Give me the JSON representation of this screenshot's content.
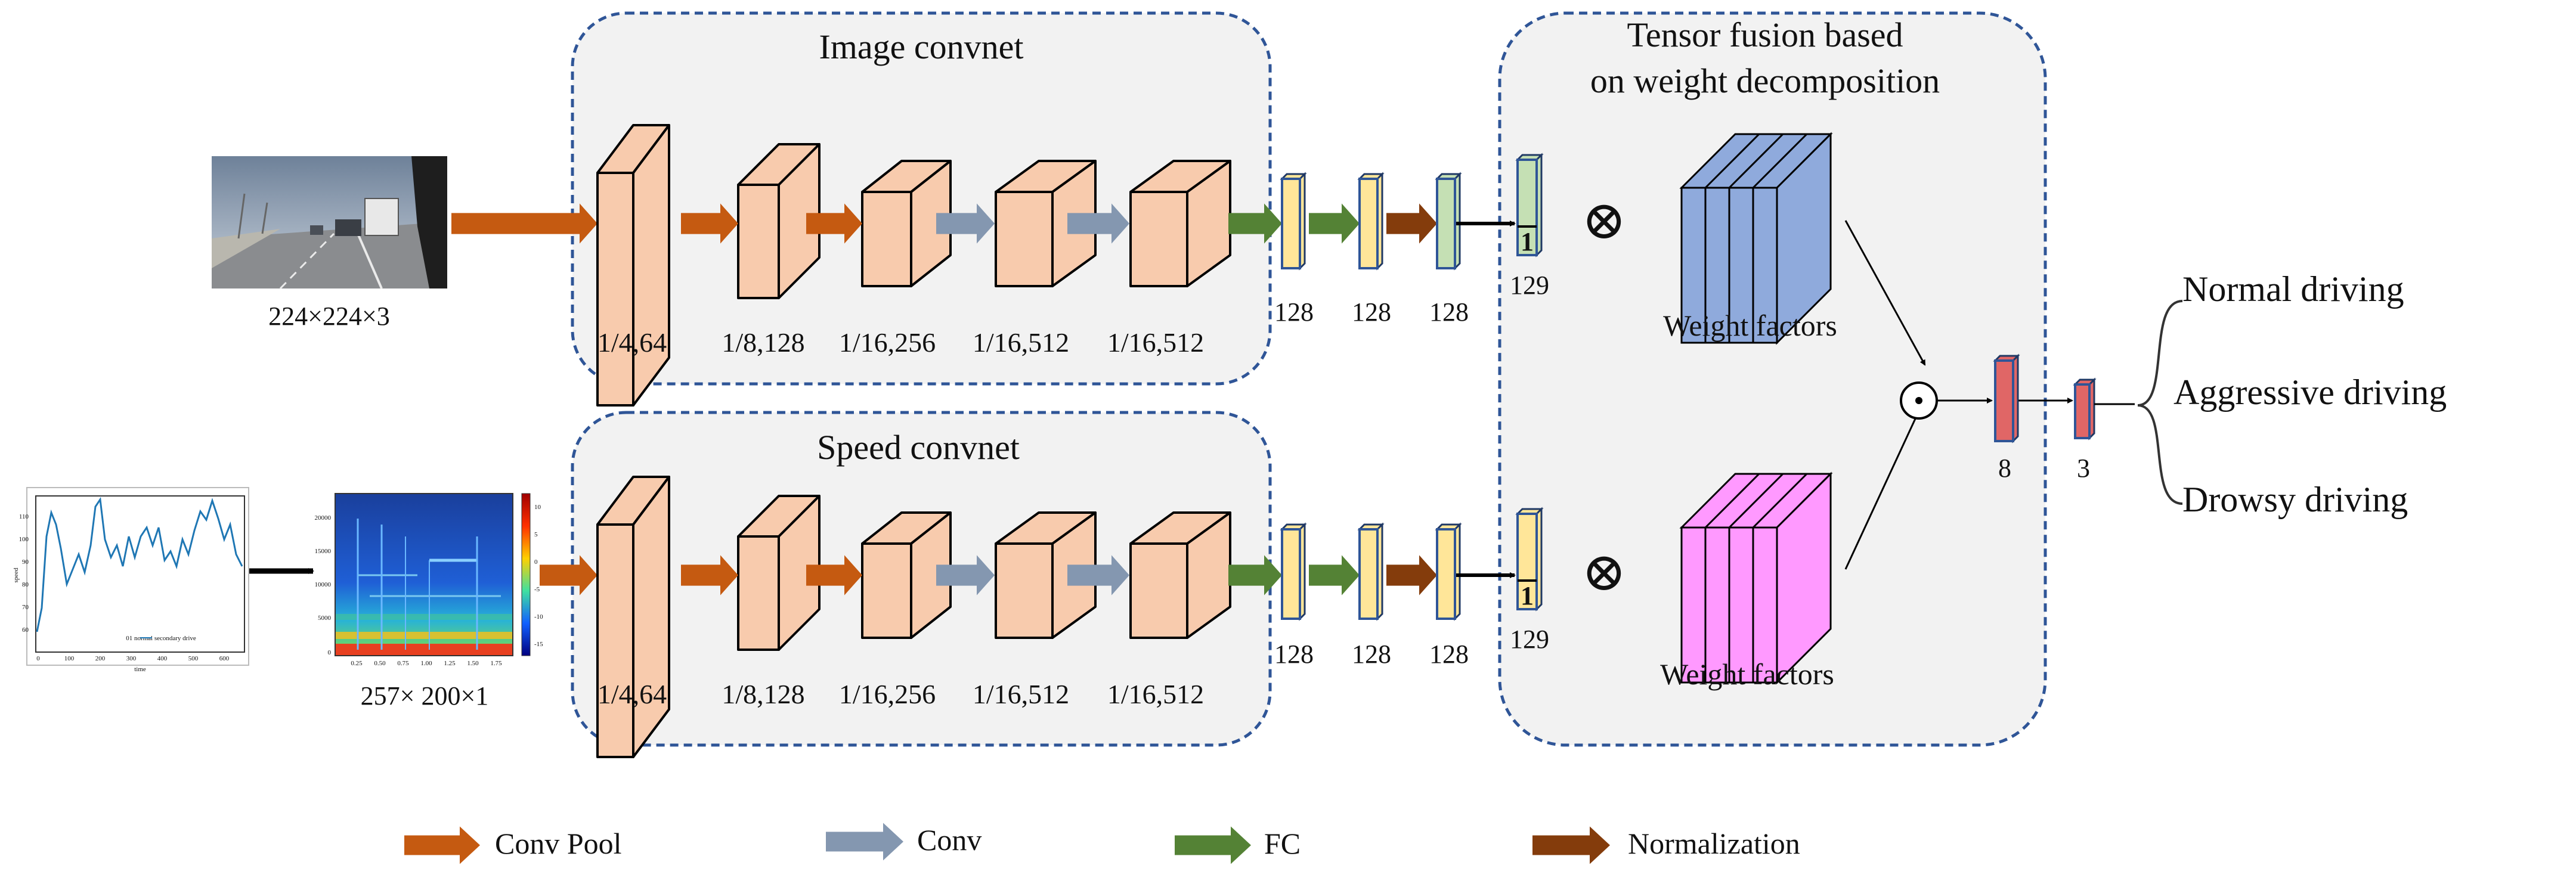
{
  "inputs": {
    "image_size": "224×224×3",
    "spectrogram_size": "257× 200×1",
    "speed_plot_legend": "01 normal secondary drive",
    "speed_plot_ylabel": "speed",
    "speed_plot_xlabel": "time",
    "speed_y_ticks": [
      "110",
      "100",
      "90",
      "80",
      "70",
      "60"
    ],
    "speed_x_ticks": [
      "0",
      "100",
      "200",
      "300",
      "400",
      "500",
      "600"
    ],
    "spec_y_ticks": [
      "20000",
      "15000",
      "10000",
      "5000",
      "0"
    ],
    "spec_x_ticks": [
      "0.25",
      "0.50",
      "0.75",
      "1.00",
      "1.25",
      "1.50",
      "1.75"
    ],
    "colorbar_ticks": [
      "10",
      "5",
      "0",
      "-5",
      "-10",
      "-15"
    ]
  },
  "image_branch": {
    "title": "Image convnet",
    "block_labels": [
      "1/4,64",
      "1/8,128",
      "1/16,256",
      "1/16,512",
      "1/16,512"
    ],
    "fc_labels": [
      "128",
      "128",
      "128"
    ],
    "concat_label": "129",
    "concat_one": "1"
  },
  "speed_branch": {
    "title": "Speed convnet",
    "block_labels": [
      "1/4,64",
      "1/8,128",
      "1/16,256",
      "1/16,512",
      "1/16,512"
    ],
    "fc_labels": [
      "128",
      "128",
      "128"
    ],
    "concat_label": "129",
    "concat_one": "1"
  },
  "fusion": {
    "title_line1": "Tensor fusion based",
    "title_line2": "on weight decomposition",
    "tensor_symbol": "⊗",
    "weight_label_top": "Weight factors",
    "weight_label_bottom": "Weight factors",
    "dot_symbol": "⊙",
    "out1_label": "8",
    "out2_label": "3"
  },
  "outputs": [
    "Normal driving",
    "Aggressive driving",
    "Drowsy driving"
  ],
  "legend": {
    "conv_pool": "Conv Pool",
    "conv": "Conv",
    "fc": "FC",
    "normalization": "Normalization"
  },
  "colors": {
    "conv_pool": "#c55a11",
    "conv": "#8497b0",
    "fc": "#548235",
    "normalization": "#843c0c",
    "block_fill": "#f8cbad",
    "panel_fill": "#f2f2f2",
    "panel_border": "#2f5597",
    "fc_yellow": "#ffe699",
    "fc_green": "#c5e0b4",
    "weight_blue": "#8faadc",
    "weight_pink": "#ff99ff",
    "out_red": "#e06666"
  }
}
